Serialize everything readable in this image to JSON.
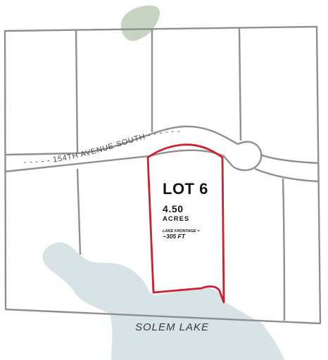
{
  "map": {
    "road": {
      "name": "- - - - - 154TH AVENUE SOUTH - - - - - -"
    },
    "lake": {
      "name": "SOLEM LAKE"
    },
    "lot": {
      "title": "LOT 6",
      "acres_value": "4.50",
      "acres_unit": "ACRES",
      "frontage_label": "LAKE FRONTAGE =",
      "frontage_value": "~305 FT"
    }
  },
  "colors": {
    "lot_outline": "#cc1f2f",
    "property_lines": "#8f8f8f",
    "lake_water": "#d7e3e6",
    "vegetation": "#c7d4c2",
    "label_text": "#141414"
  }
}
